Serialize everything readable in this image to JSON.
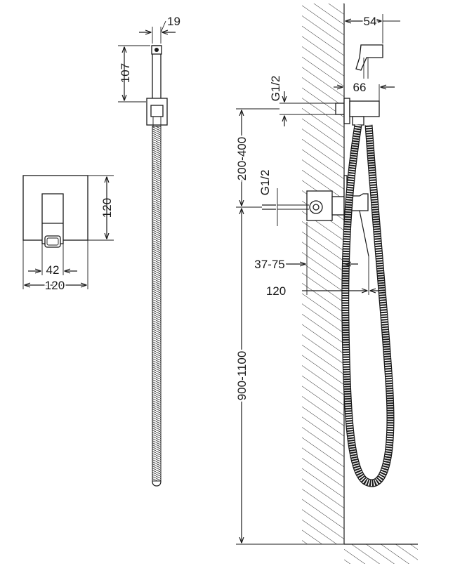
{
  "labels": {
    "front_panel_height": "120",
    "front_panel_width": "120",
    "front_handle_width": "42",
    "holder_width": "19",
    "holder_height": "107",
    "sprayer_length": "54",
    "sprayer_depth": "66",
    "thread_upper": "G1/2",
    "thread_lower": "G1/2",
    "outlet_height_range": "200-400",
    "installation_depth": "37-75",
    "panel_projection": "120",
    "mixer_height_range": "900-1100"
  }
}
